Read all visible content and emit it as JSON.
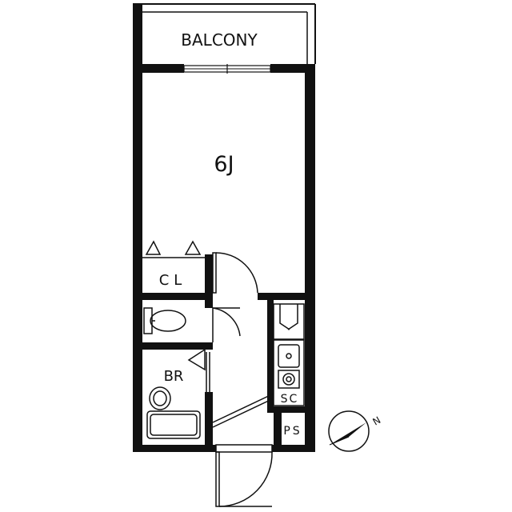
{
  "floorplan": {
    "rooms": {
      "balcony": "BALCONY",
      "main_room": "6J",
      "closet": "CL",
      "bathroom": "BR",
      "shoe_cabinet": "SC",
      "pipe_space": "PS"
    },
    "compass": {
      "north_label": "N"
    },
    "colors": {
      "wall": "#111111",
      "background": "#ffffff"
    }
  }
}
